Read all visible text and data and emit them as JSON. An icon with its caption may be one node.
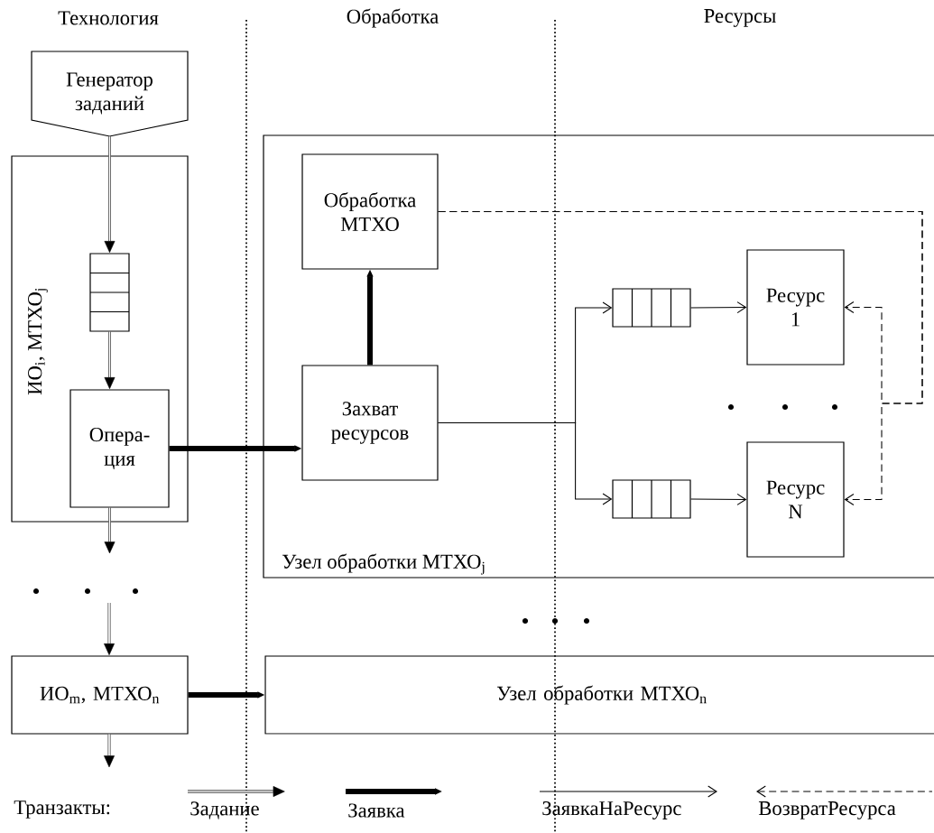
{
  "diagram": {
    "nodes": [
      {
        "text": [
          "Генератор заданий"
        ]
      },
      {
        "text": [
          "ИО$_{i}$, МТХО$_{j}$"
        ]
      },
      {
        "text": [],
        "shape": "queue",
        "in": 1
      },
      {
        "text": [
          "Опера- ция"
        ],
        "in": 1
      },
      {
        "text": [
          "Узел обработки МТХО$_{j}$"
        ]
      },
      {
        "text": [
          "Обработка МТХО"
        ],
        "in": 4
      },
      {
        "text": [
          "Захват ресурсов"
        ],
        "in": 4
      },
      {
        "text": [],
        "shape": "queue",
        "in": 4
      },
      {
        "text": [
          "Ресурс 1"
        ],
        "in": 4
      },
      {
        "text": [],
        "shape": "queue",
        "in": 4
      },
      {
        "text": [
          "Ресурс N"
        ],
        "in": 4
      },
      {
        "text": [
          "ИО$_{m}$, МТХО$_{n}$"
        ]
      },
      {
        "text": [
          "Узел обработки МТХО$_{n}$"
        ]
      }
    ],
    "edges": [
      {
        "from": 0,
        "to": 2,
        "arrow": "to"
      },
      {
        "from": 2,
        "to": 3,
        "arrow": "to"
      },
      {
        "from": 3,
        "to": null,
        "arrow": "to"
      },
      {
        "from": null,
        "to": 11,
        "arrow": "to"
      },
      {
        "from": 11,
        "to": null,
        "arrow": "to"
      },
      {
        "from": 3,
        "to": 6,
        "arrow": "to",
        "style": "thick"
      },
      {
        "from": 6,
        "to": 5,
        "arrow": "to",
        "style": "thick"
      },
      {
        "from": 6,
        "to": 7,
        "arrow": "to"
      },
      {
        "from": 6,
        "to": 9,
        "arrow": "to"
      },
      {
        "from": 7,
        "to": 8,
        "arrow": "to"
      },
      {
        "from": 9,
        "to": 10,
        "arrow": "to"
      },
      {
        "from": 5,
        "to": 8,
        "arrow": "to",
        "style": "dashed"
      },
      {
        "from": 5,
        "to": 10,
        "arrow": "to",
        "style": "dashed"
      },
      {
        "from": 11,
        "to": 12,
        "arrow": "to",
        "style": "thick"
      }
    ],
    "labels": [
      "Технология",
      "Обработка",
      "Ресурсы",
      "Транзакты:"
    ],
    "legend": [
      {
        "text": "Задание"
      },
      {
        "text": "Заявка"
      },
      {
        "text": "ЗаявкаНаРесурс"
      },
      {
        "text": "ВозвратРесурса"
      }
    ]
  }
}
